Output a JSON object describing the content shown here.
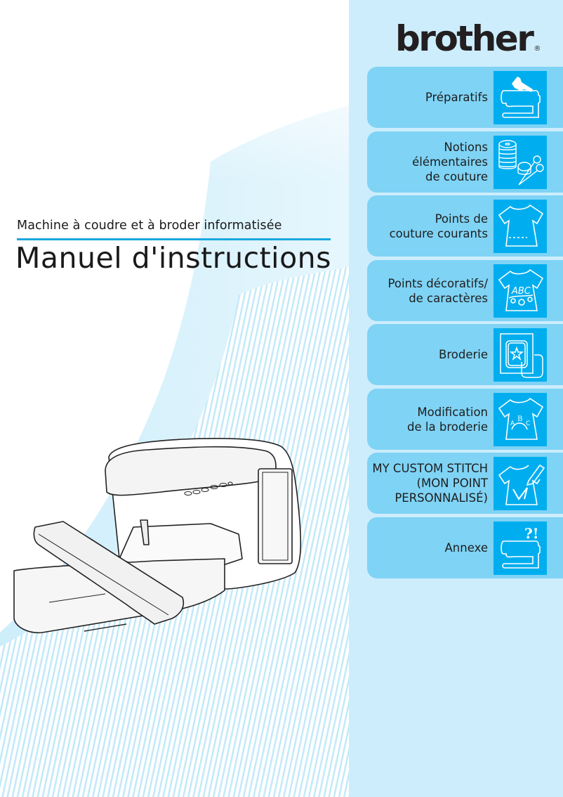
{
  "cover": {
    "subtitle": "Machine à coudre et à broder informatisée",
    "title": "Manuel d'instructions",
    "illustration": "embroidery-sewing-machine-illustration"
  },
  "brand": {
    "logo_text": "brother",
    "registered_mark": "®"
  },
  "colors": {
    "panel_bg": "#cdedfc",
    "tab_bg": "#7fd3f5",
    "icon_bg": "#00aeef",
    "rule": "#1aa7e0",
    "text": "#1e1e1e"
  },
  "sections": [
    {
      "label": "Préparatifs",
      "icon": "sewing-machine-hand-icon"
    },
    {
      "label": "Notions élémentaires\nde couture",
      "icon": "thread-spool-scissors-icon"
    },
    {
      "label": "Points de\ncouture courants",
      "icon": "tshirt-stitch-icon"
    },
    {
      "label": "Points décoratifs/\nde caractères",
      "icon": "tshirt-abc-icon"
    },
    {
      "label": "Broderie",
      "icon": "embroidery-frame-star-icon"
    },
    {
      "label": "Modification\nde la broderie",
      "icon": "tshirt-abc-arc-icon"
    },
    {
      "label": "MY CUSTOM STITCH\n(MON POINT\nPERSONNALISÉ)",
      "icon": "tshirt-pencil-icon"
    },
    {
      "label": "Annexe",
      "icon": "sewing-machine-question-icon"
    }
  ]
}
